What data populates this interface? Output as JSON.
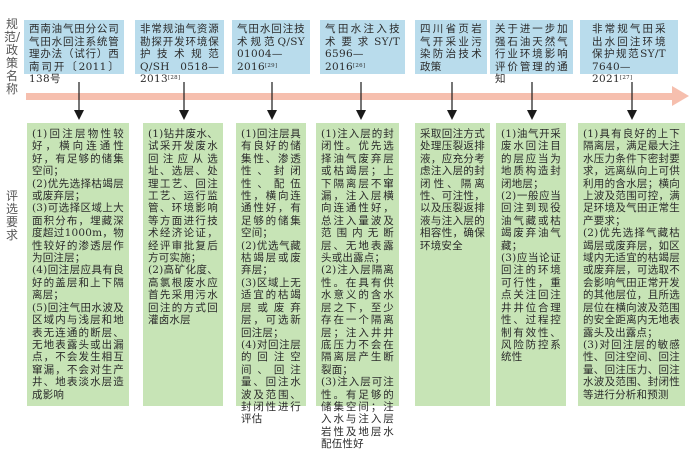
{
  "labels": {
    "names_row": "规范/政策名称",
    "requirements_row": "评选要求"
  },
  "colors": {
    "name_box_bg": "#b9dcec",
    "requirement_box_bg": "#c7e4b6",
    "timeline": "#f6bfae",
    "arrow": "#1a1a1a"
  },
  "columns": [
    {
      "name": "西南油气田分公司气田水回注系统管理办法（试行）西南司开〔2011〕138号",
      "ref": "",
      "requirements": [
        "(1)回注层物性较好，横向连通性好，有足够的储集空间；",
        "(2)优先选择枯竭层或废弃层；",
        "(3)可选择区域上大面积分布，埋藏深度超过1000m，物性较好的渗透层作为回注层；",
        "(4)回注层应具有良好的盖层和上下隔离层；",
        "(5)回注气田水波及区域内与浅层和地表无连通的断层、无地表露头或出漏点，不会发生相互窜漏，不会对生产井、地表淡水层造成影响"
      ]
    },
    {
      "name": "非常规油气资源勘探开发环境保护技术规范Q/SH 0518—2013",
      "ref": "[28]",
      "requirements": [
        "(1)钻井废水、试采开发废水回注应从选址、选层、处理工艺、回注工艺、运行监管、环境影响等方面进行技术经济论证，经评审批复后方可实施；",
        "(2)高矿化度、高氯根废水应首先采用污水回注的方式回灌卤水层"
      ]
    },
    {
      "name": "气田水回注技术规范Q/SY 01004—2016",
      "ref": "[29]",
      "requirements": [
        "(1)回注层具有良好的储集性、渗透性、封闭性、配伍性，横向连通性好，有足够的储集空间；",
        "(2)优选气藏枯竭层或废弃层；",
        "(3)区域上无适宜的枯竭层或废弃层，可选新回注层；",
        "(4)对回注层的回注空间、回注量、回注水波及范围、封闭性进行评估"
      ]
    },
    {
      "name": "气田水注入技术要求SY/T 6596—2016",
      "ref": "[26]",
      "requirements": [
        "(1)注入层的封闭性。优先选择油气废弃层或枯竭层；上下隔离层不窜漏，注入层横向连通性好，总注入量波及范围内无断层、无地表露头或出露点；",
        "(2)注入层隔离性。在具有供水意义的含水层之下，至少存在一个隔离层；注入井井底压力不会在隔离层产生断裂面；",
        "(3)注入层可注性。有足够的储集空间；注入水与注入层岩性及地层水配伍性好"
      ]
    },
    {
      "name": "四川省页岩气开采业污染防治技术政策",
      "ref": "",
      "requirements": [
        "采取回注方式处理压裂返排液，应充分考虑注入层的封闭性、隔离性、可注性，以及压裂返排液与注入层的相容性，确保环境安全"
      ]
    },
    {
      "name": "关于进一步加强石油天然气行业环境影响评价管理的通知",
      "ref": "",
      "requirements": [
        "(1)油气开采废水回注目的层应当为地质构造封闭地层；",
        "(2)一般应当回注到现役油气藏或枯竭废弃油气藏；",
        "(3)应当论证回注的环境可行性，重点关注回注井井位合理性、过程控制有效性、风险防控系统性"
      ]
    },
    {
      "name": "非常规气田采出水回注环境保护规范SY/T 7640—2021",
      "ref": "[27]",
      "requirements": [
        "(1)具有良好的上下隔离层，满足最大注水压力条件下密封要求，远离纵向上可供利用的含水层；横向上波及范围可控，满足环境及气田正常生产要求；",
        "(2)优先选择气藏枯竭层或废弃层，如区域内无适宜的枯竭层或废弃层，可选取不会影响气田正常开发的其他层位，且所选层位在横向波及范围的安全距离内无地表露头及出露点；",
        "(3)对回注层的敏感性、回注空间、回注量、回注压力、回注水波及范围、封闭性等进行分析和预测"
      ]
    }
  ]
}
